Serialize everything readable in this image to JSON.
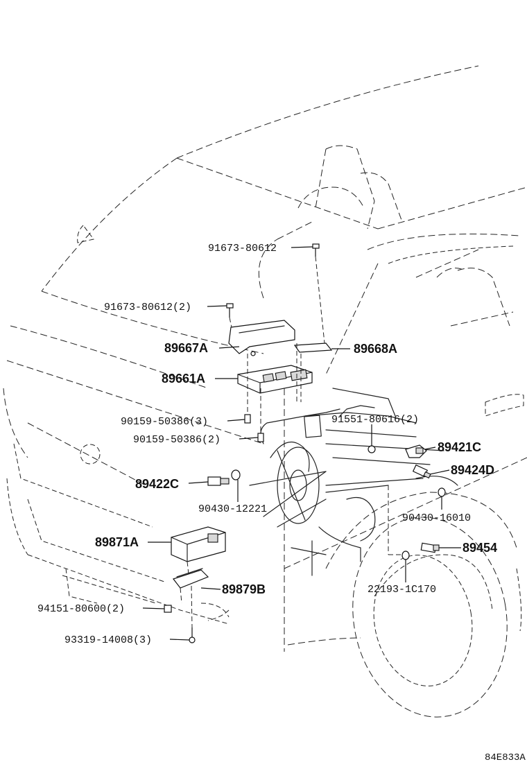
{
  "diagram_id": "84E833A",
  "labels": {
    "p91673_top": "91673-80612",
    "p91673_2": "91673-80612(2)",
    "p89667A": "89667A",
    "p89668A": "89668A",
    "p89661A": "89661A",
    "p90159_3": "90159-50386(3)",
    "p90159_2": "90159-50386(2)",
    "p91551": "91551-80616(2)",
    "p89421C": "89421C",
    "p89424D": "89424D",
    "p89422C": "89422C",
    "p90430_12221": "90430-12221",
    "p90430_16010": "90430-16010",
    "p89871A": "89871A",
    "p89454": "89454",
    "p22193": "22193-1C170",
    "p89879B": "89879B",
    "p94151": "94151-80600(2)",
    "p93319": "93319-14008(3)"
  }
}
